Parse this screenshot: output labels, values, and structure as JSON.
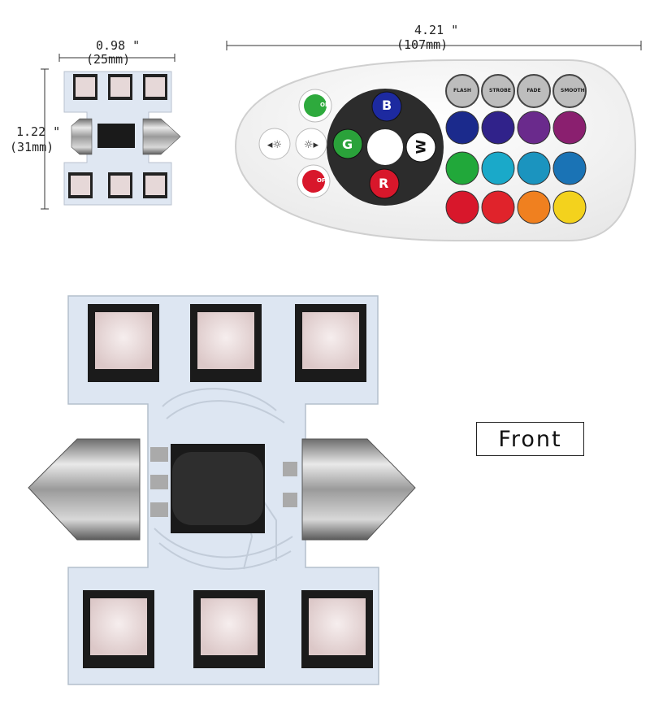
{
  "dimensions": {
    "small_width": "0.98 \"",
    "small_width_mm": "(25mm)",
    "small_height": "1.22 \"",
    "small_height_mm": "(31mm)",
    "remote_width": "4.21 \"",
    "remote_width_mm": "(107mm)"
  },
  "remote": {
    "center_buttons": {
      "top": "B",
      "left": "G",
      "right": "W",
      "bottom": "R"
    },
    "power_on_label": "ON",
    "power_off_label": "OFF",
    "mode_buttons": [
      "FLASH",
      "STROBE",
      "FADE",
      "SMOOTH"
    ],
    "color_rows": [
      [
        "#1b2a8c",
        "#30228a",
        "#6a2a8c",
        "#8a1f6f"
      ],
      [
        "#21a83a",
        "#1aa9c9",
        "#1b94bf",
        "#1a73b5"
      ],
      [
        "#d8172b",
        "#e0232b",
        "#f0801f",
        "#f3d21d"
      ]
    ],
    "power_on_color": "#2eaa3d",
    "power_off_color": "#d8172b"
  },
  "front_label": "Front"
}
